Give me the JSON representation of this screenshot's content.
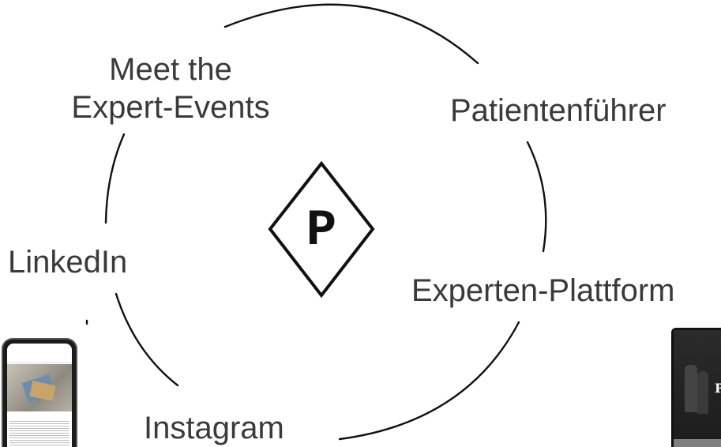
{
  "labels": {
    "meet_line1": "Meet the",
    "meet_line2": "Expert-Events",
    "patient": "Patientenführer",
    "linkedin": "LinkedIn",
    "experts": "Experten-Plattform",
    "instagram": "Instagram"
  },
  "logo": {
    "letter": "P",
    "shape": "diamond"
  },
  "colors": {
    "text": "#3a3a3a",
    "line": "#111111",
    "background": "#ffffff"
  }
}
